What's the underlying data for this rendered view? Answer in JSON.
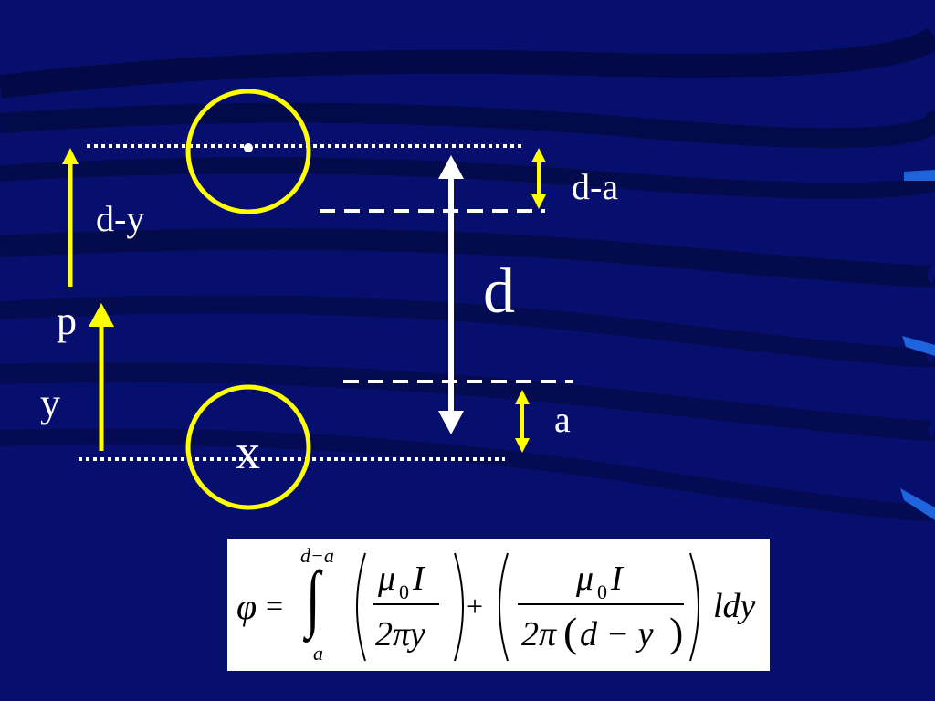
{
  "colors": {
    "background": "#070f6e",
    "accent_yellow": "#ffff00",
    "white": "#ffffff",
    "side_marks": "#1e64dc"
  },
  "labels": {
    "d_minus_y": "d-y",
    "p": "p",
    "y": "y",
    "x": "x",
    "d": "d",
    "d_minus_a": "d-a",
    "a": "a"
  },
  "formula": {
    "phi": "φ",
    "equals": "=",
    "upper_limit": "d−a",
    "integral": "∫",
    "lower_limit": "a",
    "term1_num_mu": "μ",
    "term1_num_sub": "0",
    "term1_num_I": "I",
    "term1_den": "2πy",
    "plus": "+",
    "term2_num_mu": "μ",
    "term2_num_sub": "0",
    "term2_num_I": "I",
    "term2_den_2pi": "2π",
    "term2_den_expr": "d − y",
    "tail": "ldy"
  }
}
